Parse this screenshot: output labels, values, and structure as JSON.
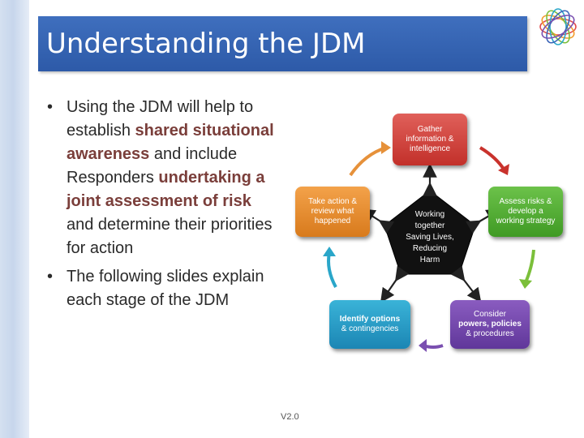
{
  "slide": {
    "title": "Understanding the JDM",
    "version": "V2.0"
  },
  "bullets": [
    {
      "segments": [
        {
          "text": "Using the JDM will help to establish ",
          "highlight": false
        },
        {
          "text": "shared situational awareness",
          "highlight": true
        },
        {
          "text": " and include Responders ",
          "highlight": false
        },
        {
          "text": "undertaking a joint assessment of risk",
          "highlight": true
        },
        {
          "text": " and determine their priorities for action",
          "highlight": false
        }
      ]
    },
    {
      "segments": [
        {
          "text": "The following slides explain each stage of the JDM",
          "highlight": false
        }
      ]
    }
  ],
  "diagram": {
    "center": {
      "lines": [
        "Working",
        "together",
        "Saving Lives,",
        "Reducing",
        "Harm"
      ]
    },
    "gather": {
      "lines": [
        "Gather",
        "information &",
        "intelligence"
      ],
      "color": "#c2302a"
    },
    "assess": {
      "lines": [
        "Assess risks &",
        "develop a",
        "working strategy"
      ],
      "color": "#3f9a24"
    },
    "consider": {
      "lines": [
        "Consider",
        "powers, policies",
        "& procedures"
      ],
      "color": "#60379a"
    },
    "identify": {
      "lines": [
        "Identify options",
        "& contingencies"
      ],
      "color": "#1b86b4"
    },
    "takeaction": {
      "lines": [
        "Take action &",
        "review what",
        "happened"
      ],
      "color": "#d87a1c"
    }
  },
  "colors": {
    "title_bar": "#2d5aa8",
    "highlight_text": "#7a3e3a"
  },
  "icons": {
    "logo": "interlaced-rings-logo"
  }
}
